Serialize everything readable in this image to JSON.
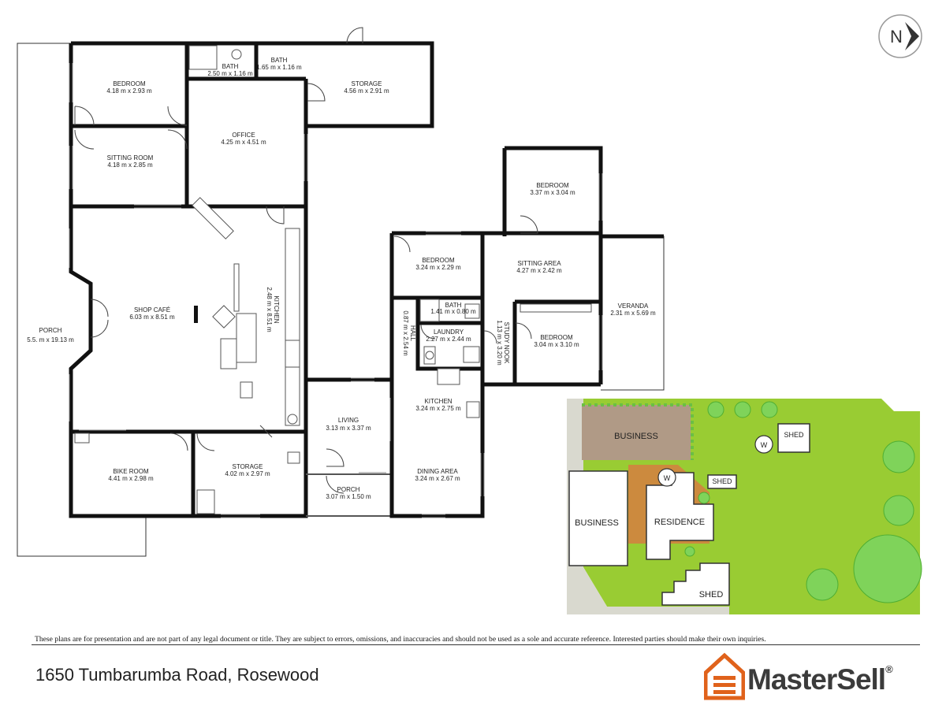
{
  "address": "1650 Tumbarumba Road, Rosewood",
  "disclaimer": "These plans are for presentation and are not part of any legal document or title.  They are subject to errors, omissions, and inaccuracies and should not be used as a sole and accurate reference. Interested parties should make their own inquiries.",
  "brand": {
    "name": "MasterSell",
    "reg": "®",
    "icon": "house-logo-icon",
    "color": "#e0621b"
  },
  "compass": {
    "label": "N",
    "icon": "north-arrow-icon"
  },
  "rooms": [
    {
      "id": "bedroom-1",
      "name": "BEDROOM",
      "size": "4.18 m x 2.93 m"
    },
    {
      "id": "bath-1",
      "name": "BATH",
      "size": "2.50 m x 1.16 m"
    },
    {
      "id": "bath-2",
      "name": "BATH",
      "size": "1.65 m x 1.16 m"
    },
    {
      "id": "storage-1",
      "name": "STORAGE",
      "size": "4.56 m x 2.91 m"
    },
    {
      "id": "sitting-room",
      "name": "SITTING ROOM",
      "size": "4.18 m x 2.85 m"
    },
    {
      "id": "office",
      "name": "OFFICE",
      "size": "4.25 m x 4.51 m"
    },
    {
      "id": "shop-cafe",
      "name": "SHOP CAFÉ",
      "size": "6.03 m x 8.51 m"
    },
    {
      "id": "kitchen-1",
      "name": "KITCHEN",
      "size": "2.48 m x 8.51 m"
    },
    {
      "id": "porch-1",
      "name": "PORCH",
      "size": "5.5. m x 19.13 m"
    },
    {
      "id": "bike-room",
      "name": "BIKE ROOM",
      "size": "4.41 m x 2.98 m"
    },
    {
      "id": "storage-2",
      "name": "STORAGE",
      "size": "4.02 m x 2.97 m"
    },
    {
      "id": "living",
      "name": "LIVING",
      "size": "3.13 m x 3.37 m"
    },
    {
      "id": "porch-2",
      "name": "PORCH",
      "size": "3.07 m x 1.50 m"
    },
    {
      "id": "bedroom-2",
      "name": "BEDROOM",
      "size": "3.37 m x 3.04 m"
    },
    {
      "id": "bedroom-3",
      "name": "BEDROOM",
      "size": "3.24 m x 2.29 m"
    },
    {
      "id": "sitting-area",
      "name": "SITTING AREA",
      "size": "4.27 m x 2.42 m"
    },
    {
      "id": "veranda",
      "name": "VERANDA",
      "size": "2.31 m x 5.69 m"
    },
    {
      "id": "bath-3",
      "name": "BATH",
      "size": "1.41 m x 0.80 m"
    },
    {
      "id": "hall",
      "name": "HALL",
      "size": "0.87 m x 2.54 m"
    },
    {
      "id": "laundry",
      "name": "LAUNDRY",
      "size": "2.27 m x 2.44 m"
    },
    {
      "id": "study-nook",
      "name": "STUDY NOOK",
      "size": "1.13 m x 3.20 m"
    },
    {
      "id": "bedroom-4",
      "name": "BEDROOM",
      "size": "3.04 m x 3.10 m"
    },
    {
      "id": "kitchen-2",
      "name": "KITCHEN",
      "size": "3.24 m x 2.75 m"
    },
    {
      "id": "dining-area",
      "name": "DINING AREA",
      "size": "3.24 m x 2.67 m"
    }
  ],
  "siteplan": {
    "labels": {
      "business_top": "BUSINESS",
      "business_left": "BUSINESS",
      "residence": "RESIDENCE",
      "shed_1": "SHED",
      "shed_2": "SHED",
      "shed_3": "SHED",
      "well_1": "W",
      "well_2": "W"
    },
    "colors": {
      "lawn": "#99cc33",
      "business": "#b09a86",
      "residence": "#cc8a3e",
      "path": "#d8d8cc",
      "tree": "#7fd35a"
    }
  }
}
